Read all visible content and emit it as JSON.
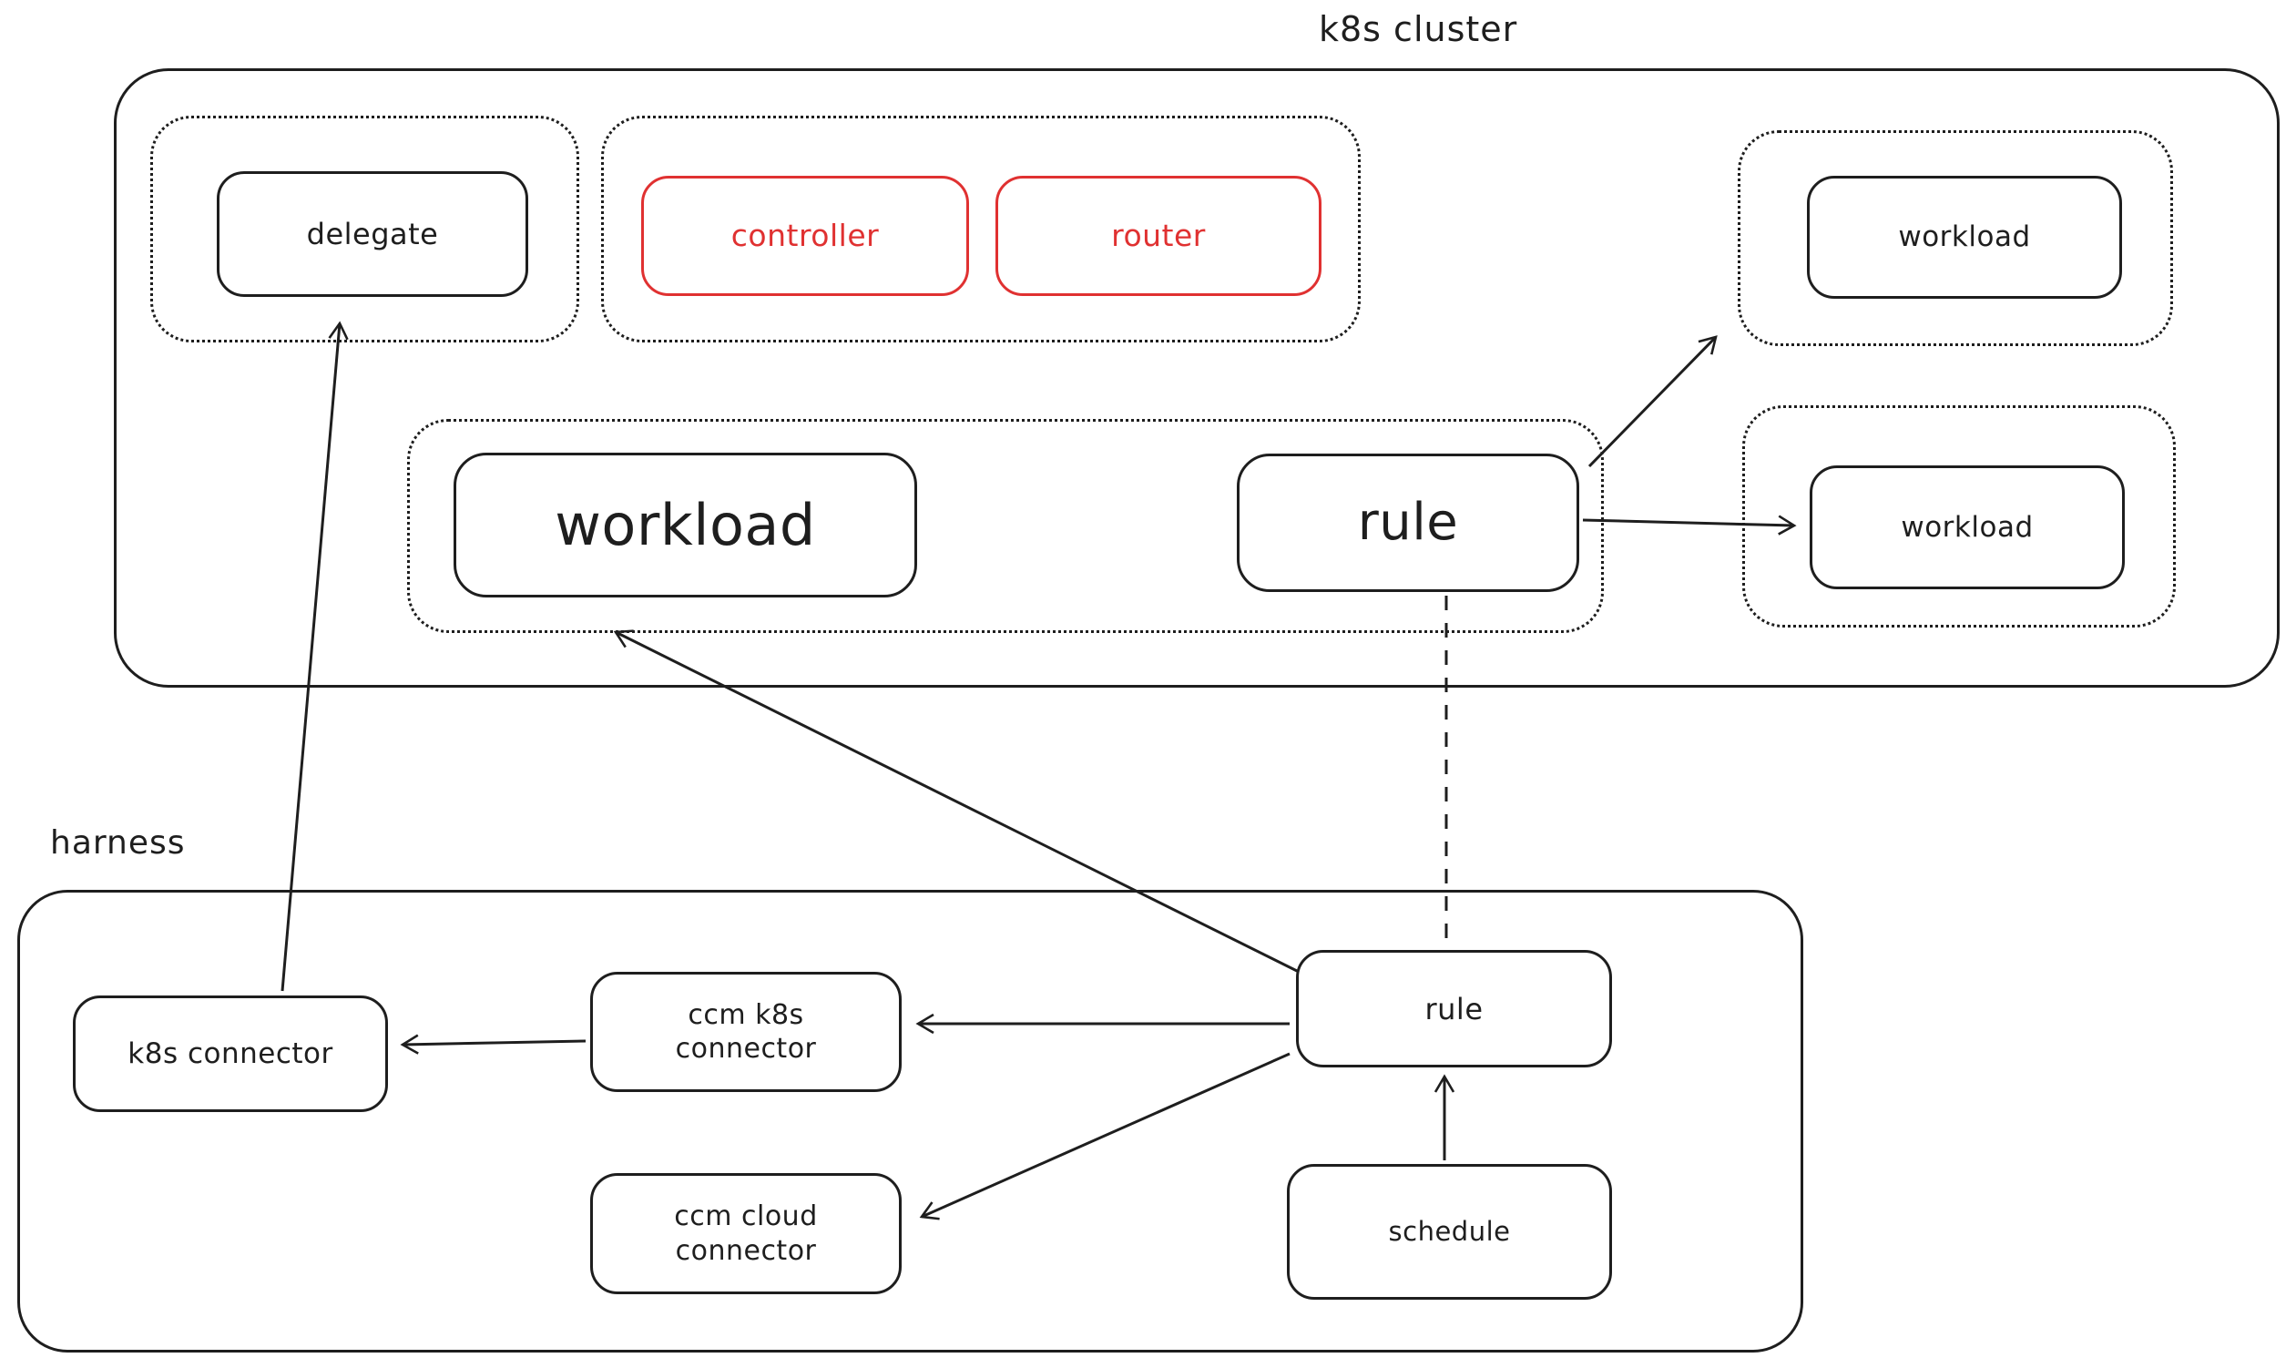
{
  "diagram": {
    "groups": {
      "k8s_cluster": {
        "label": "k8s cluster"
      },
      "harness": {
        "label": "harness"
      }
    },
    "nodes": {
      "delegate": {
        "label": "delegate",
        "color": "#1e1e1e"
      },
      "controller": {
        "label": "controller",
        "color": "#e03131"
      },
      "router": {
        "label": "router",
        "color": "#e03131"
      },
      "workload_top_right": {
        "label": "workload",
        "color": "#1e1e1e"
      },
      "workload_main": {
        "label": "workload",
        "color": "#1e1e1e"
      },
      "rule_main": {
        "label": "rule",
        "color": "#1e1e1e"
      },
      "workload_right": {
        "label": "workload",
        "color": "#1e1e1e"
      },
      "k8s_connector": {
        "label": "k8s connector",
        "color": "#1e1e1e"
      },
      "ccm_k8s_connector": {
        "label": "ccm k8s connector",
        "color": "#1e1e1e"
      },
      "ccm_cloud_connector": {
        "label": "ccm cloud connector",
        "color": "#1e1e1e"
      },
      "rule_harness": {
        "label": "rule",
        "color": "#1e1e1e"
      },
      "schedule": {
        "label": "schedule",
        "color": "#1e1e1e"
      }
    },
    "edges": [
      {
        "from": "k8s_connector",
        "to": "delegate",
        "style": "solid-arrow"
      },
      {
        "from": "rule_harness",
        "to": "workload_main",
        "style": "solid-arrow"
      },
      {
        "from": "rule_harness",
        "to": "ccm_k8s_connector",
        "style": "solid-arrow"
      },
      {
        "from": "rule_harness",
        "to": "ccm_cloud_connector",
        "style": "solid-arrow"
      },
      {
        "from": "ccm_k8s_connector",
        "to": "k8s_connector",
        "style": "solid-arrow"
      },
      {
        "from": "schedule",
        "to": "rule_harness",
        "style": "solid-arrow"
      },
      {
        "from": "rule_main",
        "to": "rule_harness",
        "style": "dashed-line"
      },
      {
        "from": "rule_main",
        "to": "workload_right",
        "style": "solid-arrow"
      },
      {
        "from": "rule_main",
        "to": "workload_top_right",
        "style": "solid-arrow"
      }
    ],
    "colors": {
      "stroke": "#1e1e1e",
      "accent_red": "#e03131",
      "background": "#ffffff"
    }
  }
}
